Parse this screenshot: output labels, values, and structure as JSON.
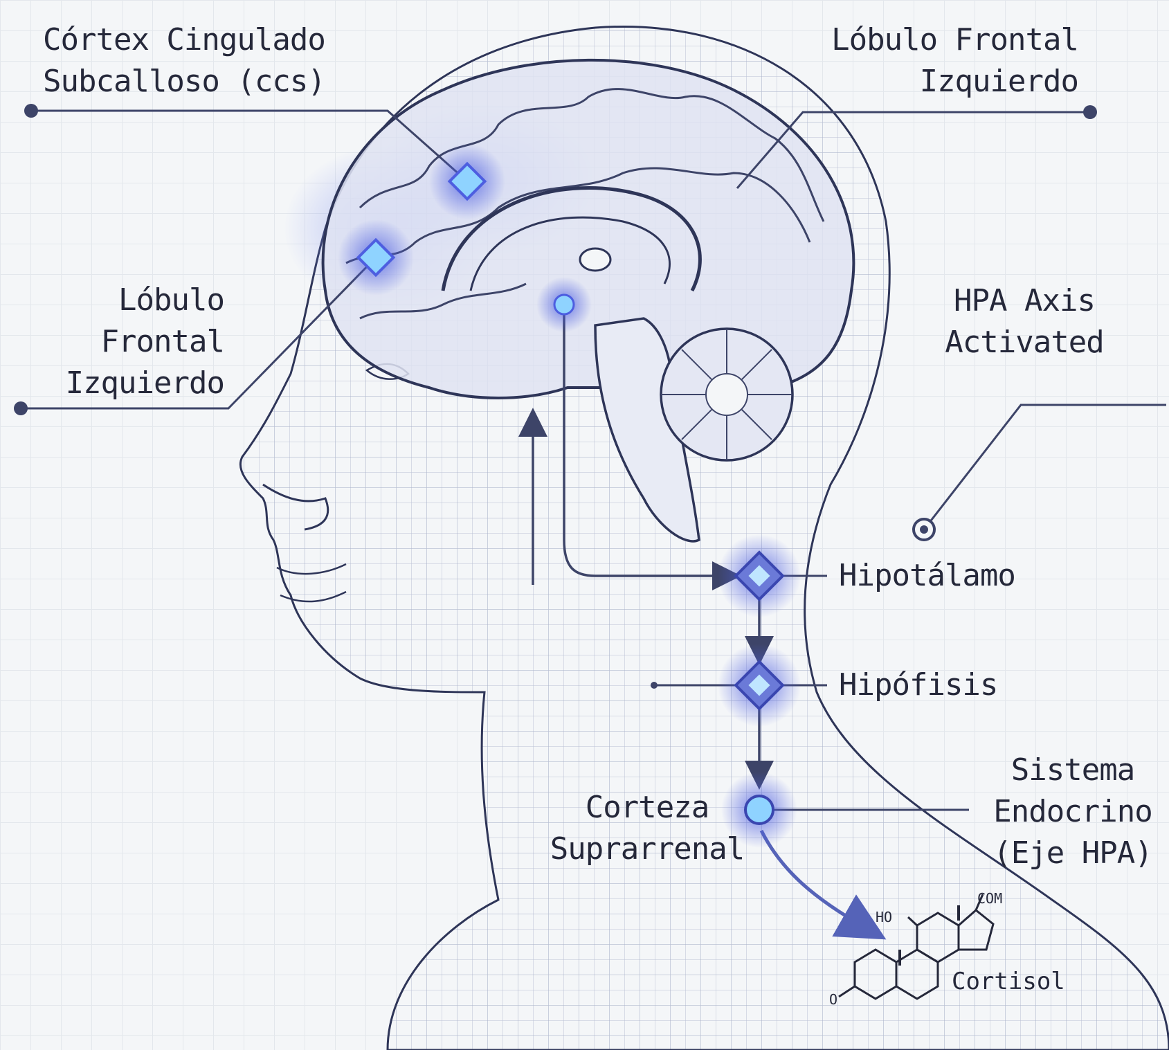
{
  "labels": {
    "cortex_cingulado": [
      "Córtex Cingulado",
      "Subcalloso (ccs)"
    ],
    "lobulo_frontal_top": [
      "Lóbulo Frontal",
      "Izquierdo"
    ],
    "lobulo_frontal_left": [
      "Lóbulo",
      "Frontal",
      "Izquierdo"
    ],
    "hpa_axis": [
      "HPA Axis",
      "Activated"
    ],
    "hipotalamo": "Hipotálamo",
    "hipofisis": "Hipófisis",
    "corteza": [
      "Corteza",
      "Suprarrenal"
    ],
    "sistema": [
      "Sistema",
      "Endocrino",
      "(Eje HPA)"
    ],
    "cortisol": "Cortisol",
    "chem_ho": "HO",
    "chem_com": "COM",
    "chem_o": "O"
  },
  "colors": {
    "ink": "#25283a",
    "line": "#3d4468",
    "glow": "#5b6fe6",
    "node_fill": "#8fd3ff",
    "mesh": "#8a94b8"
  },
  "icons": {
    "node": "diamond-glow-node",
    "endpoint": "circle-dot",
    "arrow": "arrow-head"
  }
}
